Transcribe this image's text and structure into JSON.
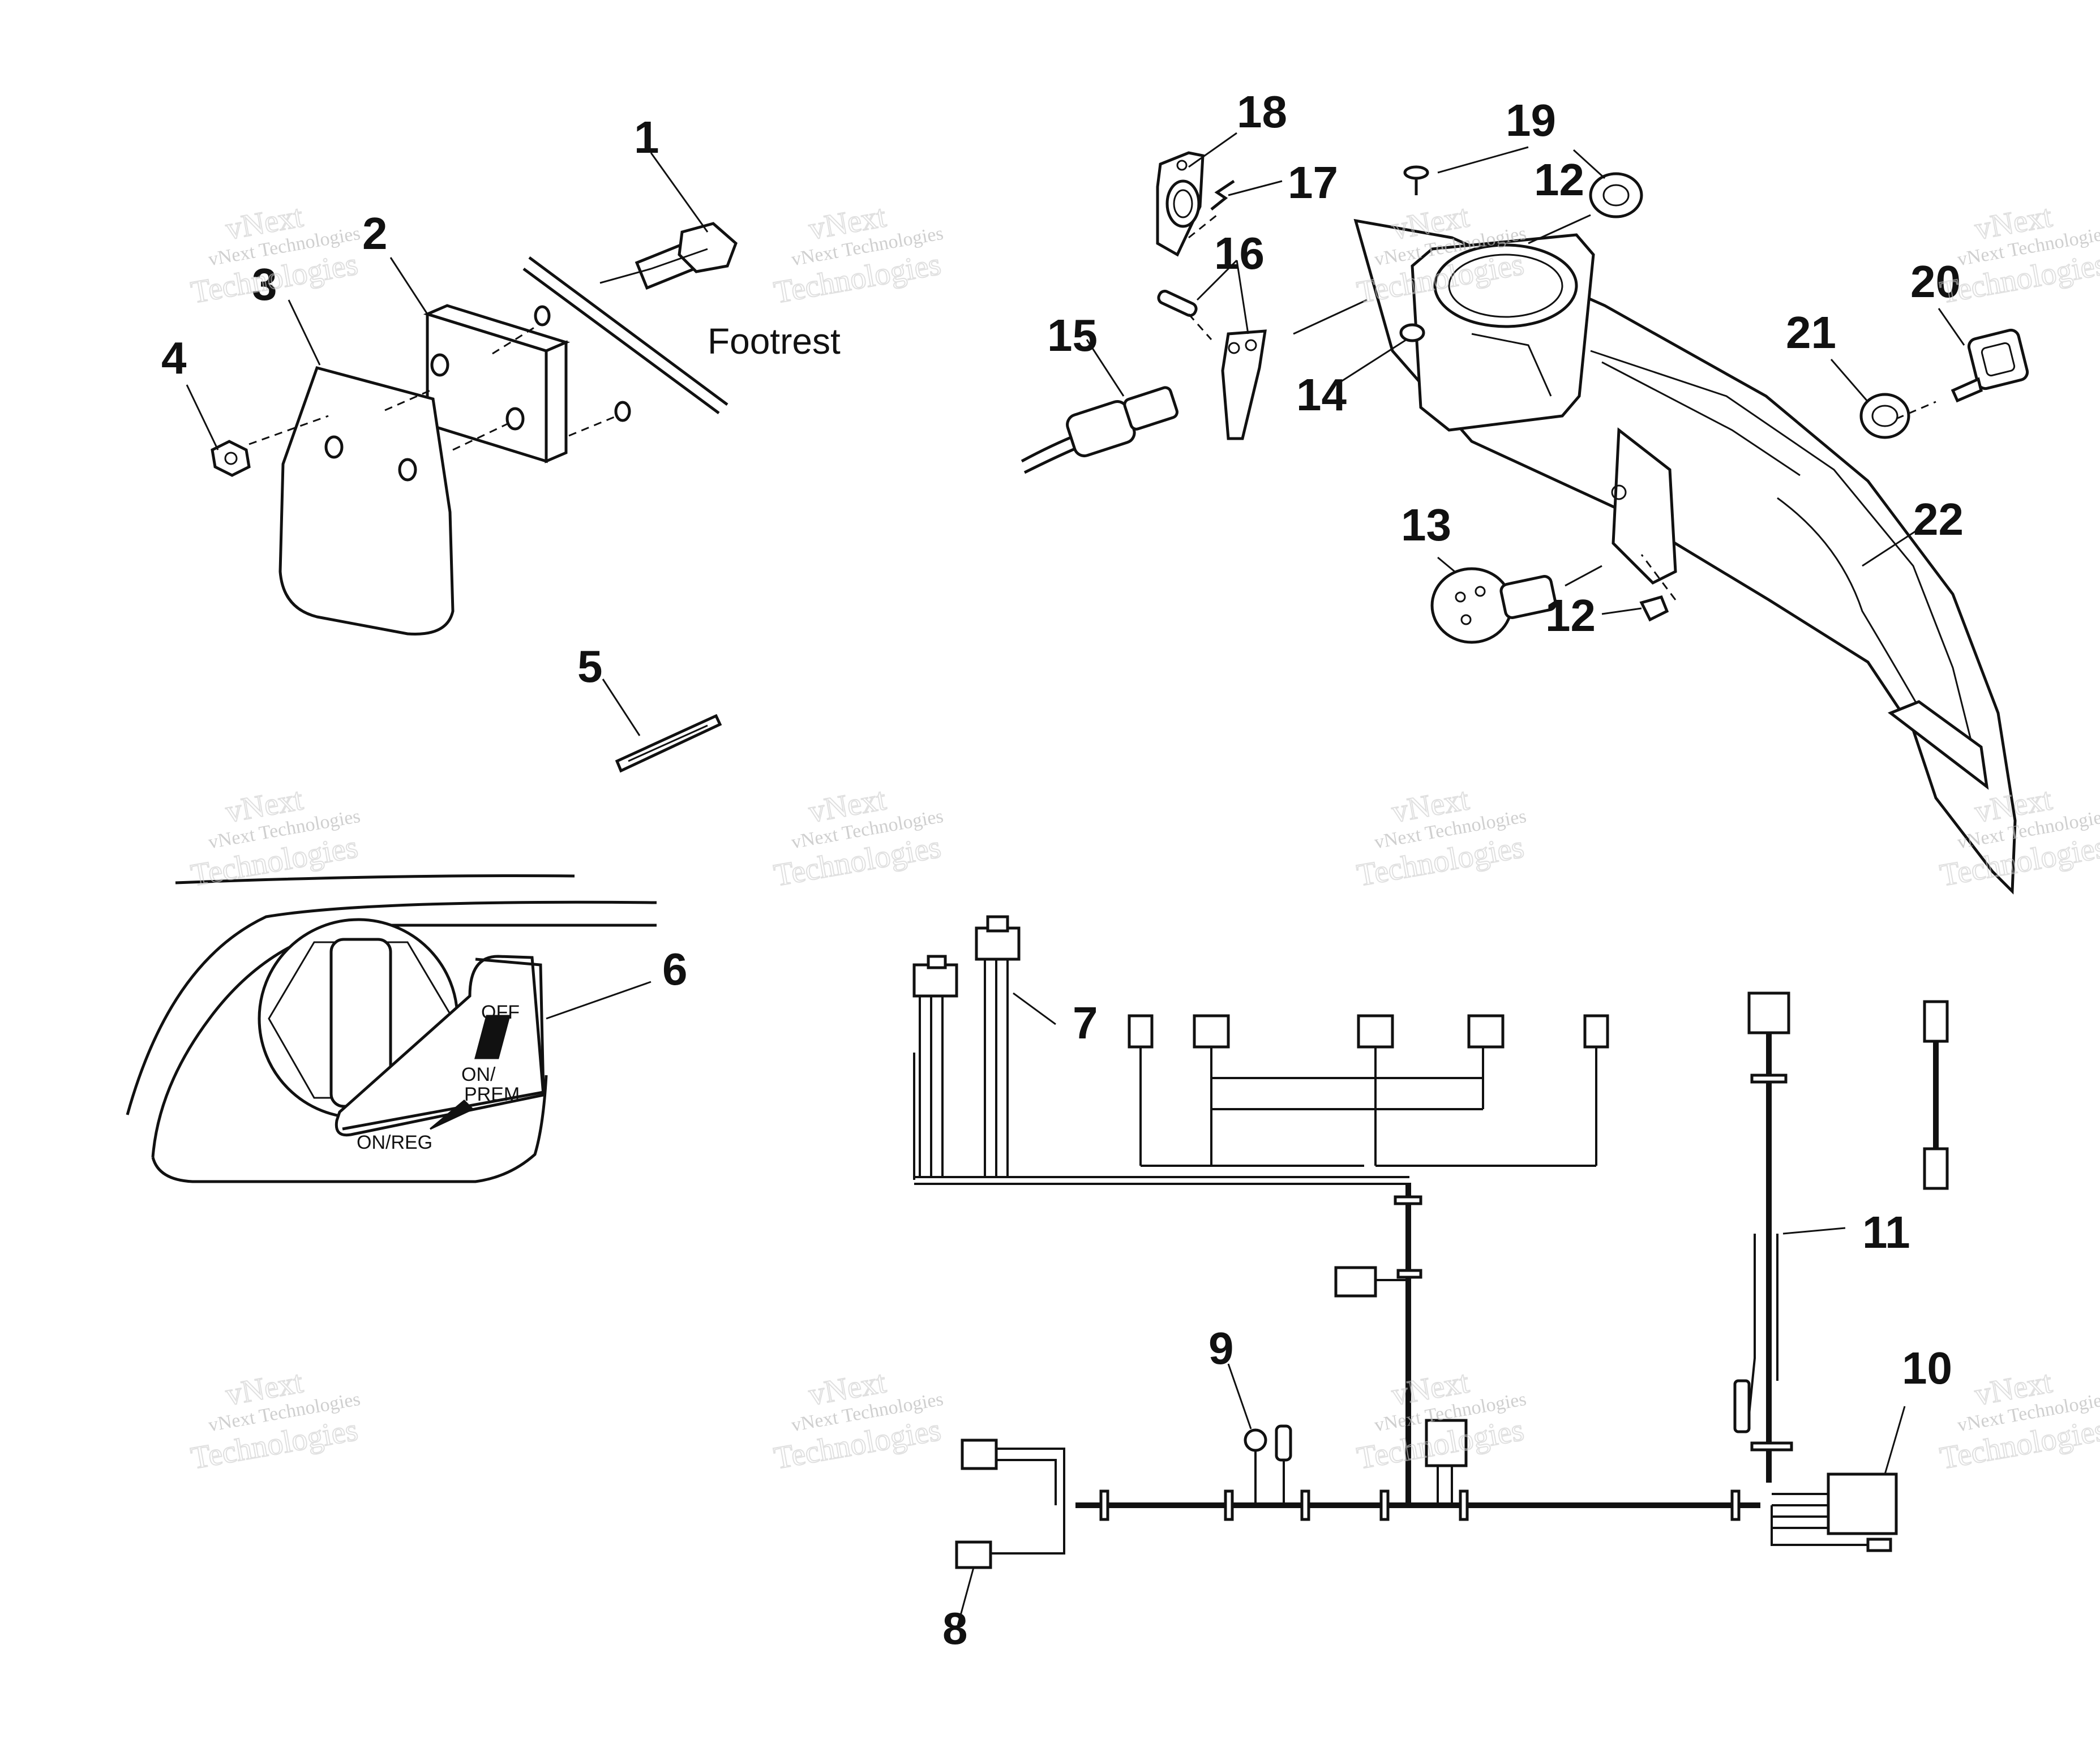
{
  "callouts": {
    "c1": "1",
    "c2": "2",
    "c3": "3",
    "c4": "4",
    "c5": "5",
    "c6": "6",
    "c7": "7",
    "c8": "8",
    "c9": "9",
    "c10": "10",
    "c11": "11",
    "c12a": "12",
    "c12b": "12",
    "c13": "13",
    "c14": "14",
    "c15": "15",
    "c16": "16",
    "c17": "17",
    "c18": "18",
    "c19": "19",
    "c20": "20",
    "c21": "21",
    "c22": "22"
  },
  "labels": {
    "footrest": "Footrest"
  },
  "switch": {
    "off": "OFF",
    "on_prem_1": "ON/",
    "on_prem_2": "PREM",
    "on_reg": "ON/REG"
  },
  "watermark": {
    "line1": "vNext Technologies",
    "line2": "Technologies",
    "line3": "vNext"
  }
}
